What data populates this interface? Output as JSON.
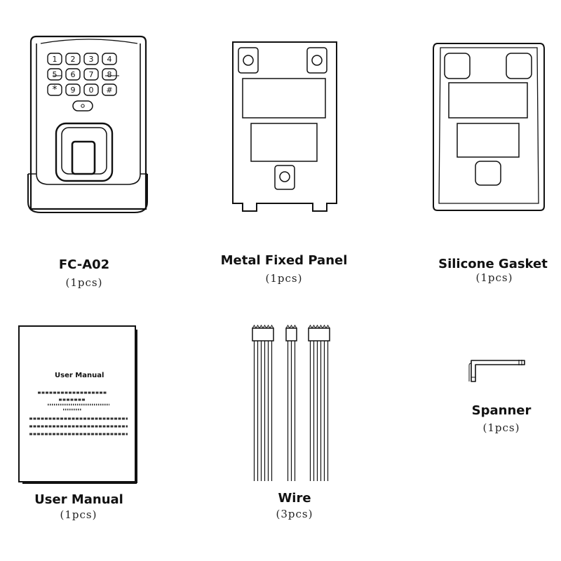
{
  "items": [
    {
      "name": "FC-A02",
      "qty": "(1pcs)"
    },
    {
      "name": "Metal Fixed Panel",
      "qty": "(1pcs)"
    },
    {
      "name": "Silicone Gasket",
      "qty": "(1pcs)"
    },
    {
      "name": "User Manual",
      "qty": "(1pcs)"
    },
    {
      "name": "Wire",
      "qty": "(3pcs)"
    },
    {
      "name": "Spanner",
      "qty": "(1pcs)"
    }
  ],
  "keypad": {
    "keys": [
      "1",
      "2",
      "3",
      "4",
      "5",
      "6",
      "7",
      "8",
      "*",
      "9",
      "0",
      "#"
    ]
  },
  "manual": {
    "cover_title": "User Manual"
  }
}
